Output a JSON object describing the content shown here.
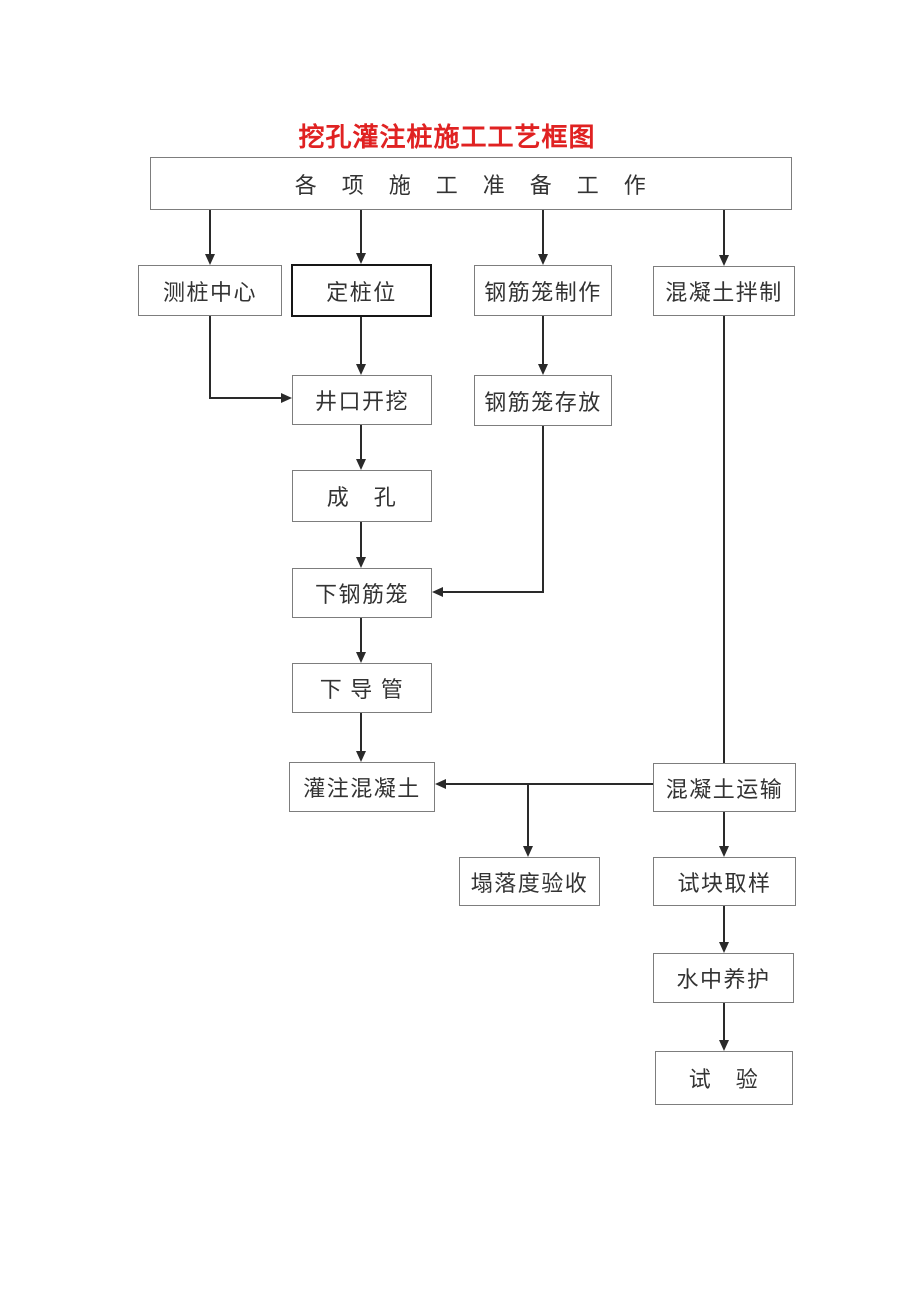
{
  "title": "挖孔灌注桩施工工艺框图",
  "colors": {
    "title": "#e02222",
    "line": "#2a2a2a",
    "border": "#7d7d7d",
    "borderStrong": "#161616",
    "text": "#333333"
  },
  "nodes": {
    "prep": "各　项　施　工　准　备　工　作",
    "measure_center": "测桩中心",
    "fix_position": "定桩位",
    "cage_fabrication": "钢筋笼制作",
    "concrete_mixing": "混凝土拌制",
    "wellhead_excavation": "井口开挖",
    "cage_storage": "钢筋笼存放",
    "hole_forming": "成　孔",
    "lower_rebar_cage": "下钢筋笼",
    "lower_tremie_pipe": "下 导 管",
    "pour_concrete": "灌注混凝土",
    "concrete_transport": "混凝土运输",
    "slump_acceptance": "塌落度验收",
    "test_block_sampling": "试块取样",
    "water_curing": "水中养护",
    "test": "试　验"
  }
}
